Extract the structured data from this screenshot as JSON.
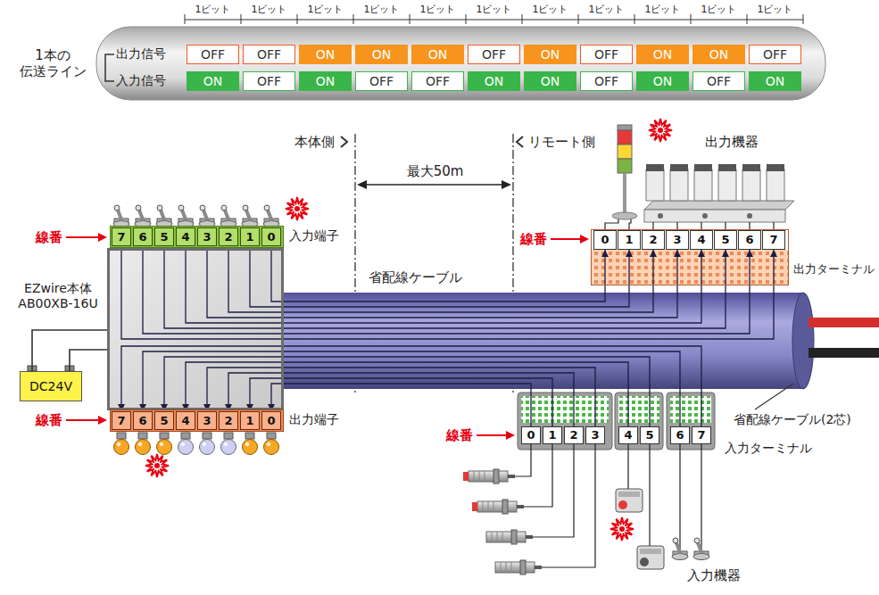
{
  "diagram": {
    "nodes": [
      {
        "text": [
          "EZwire本体 AB00XB-16U"
        ]
      },
      {
        "text": [
          "入力端子"
        ]
      },
      {
        "text": [
          "7"
        ],
        "in": 1
      },
      {
        "text": [
          "6"
        ],
        "in": 1
      },
      {
        "text": [
          "5"
        ],
        "in": 1
      },
      {
        "text": [
          "4"
        ],
        "in": 1
      },
      {
        "text": [
          "3"
        ],
        "in": 1
      },
      {
        "text": [
          "2"
        ],
        "in": 1
      },
      {
        "text": [
          "1"
        ],
        "in": 1
      },
      {
        "text": [
          "0"
        ],
        "in": 1
      },
      {
        "text": [
          "DC24V"
        ]
      },
      {
        "text": [
          "出力端子"
        ]
      },
      {
        "text": [
          "7"
        ],
        "in": 11
      },
      {
        "text": [
          "6"
        ],
        "in": 11
      },
      {
        "text": [
          "5"
        ],
        "in": 11
      },
      {
        "text": [
          "4"
        ],
        "in": 11
      },
      {
        "text": [
          "3"
        ],
        "in": 11
      },
      {
        "text": [
          "2"
        ],
        "in": 11
      },
      {
        "text": [
          "1"
        ],
        "in": 11
      },
      {
        "text": [
          "0"
        ],
        "in": 11
      },
      {
        "text": [
          "出力ターミナル"
        ]
      },
      {
        "text": [
          "0"
        ],
        "in": 20
      },
      {
        "text": [
          "1"
        ],
        "in": 20
      },
      {
        "text": [
          "2"
        ],
        "in": 20
      },
      {
        "text": [
          "3"
        ],
        "in": 20
      },
      {
        "text": [
          "4"
        ],
        "in": 20
      },
      {
        "text": [
          "5"
        ],
        "in": 20
      },
      {
        "text": [
          "6"
        ],
        "in": 20
      },
      {
        "text": [
          "7"
        ],
        "in": 20
      },
      {
        "text": [
          "0"
        ]
      },
      {
        "text": [
          "1"
        ]
      },
      {
        "text": [
          "2"
        ]
      },
      {
        "text": [
          "3"
        ]
      },
      {
        "text": [
          "4"
        ]
      },
      {
        "text": [
          "5"
        ]
      },
      {
        "text": [
          "6"
        ]
      },
      {
        "text": [
          "7"
        ]
      }
    ],
    "edges": [
      {
        "from": 10,
        "to": 0,
        "arrow": "none"
      },
      {
        "from": 10,
        "to": 0,
        "arrow": "none"
      },
      {
        "from": 9,
        "to": 21,
        "arrow": "to"
      },
      {
        "from": 8,
        "to": 22,
        "arrow": "to"
      },
      {
        "from": 7,
        "to": 23,
        "arrow": "to"
      },
      {
        "from": 6,
        "to": 24,
        "arrow": "to"
      },
      {
        "from": 5,
        "to": 25,
        "arrow": "to"
      },
      {
        "from": 4,
        "to": 26,
        "arrow": "to"
      },
      {
        "from": 3,
        "to": 27,
        "arrow": "to"
      },
      {
        "from": 2,
        "to": 28,
        "arrow": "to"
      },
      {
        "from": 29,
        "to": 19,
        "arrow": "to"
      },
      {
        "from": 30,
        "to": 18,
        "arrow": "to"
      },
      {
        "from": 31,
        "to": 17,
        "arrow": "to"
      },
      {
        "from": 32,
        "to": 16,
        "arrow": "to"
      },
      {
        "from": 33,
        "to": 15,
        "arrow": "to"
      },
      {
        "from": 34,
        "to": 14,
        "arrow": "to"
      },
      {
        "from": 35,
        "to": 13,
        "arrow": "to"
      },
      {
        "from": 36,
        "to": 12,
        "arrow": "to"
      }
    ],
    "labels": [
      "1ビット",
      "1ビット",
      "1ビット",
      "1ビット",
      "1ビット",
      "1ビット",
      "1ビット",
      "1ビット",
      "1ビット",
      "1ビット",
      "1ビット",
      "1本の 伝送ライン",
      "出力信号",
      "入力信号",
      "OFF",
      "OFF",
      "ON",
      "ON",
      "ON",
      "OFF",
      "ON",
      "OFF",
      "ON",
      "ON",
      "OFF",
      "ON",
      "OFF",
      "ON",
      "OFF",
      "OFF",
      "ON",
      "ON",
      "OFF",
      "ON",
      "OFF",
      "ON",
      "本体側",
      "リモート側",
      "最大50m",
      "出力機器",
      "線番",
      "線番",
      "線番",
      "線番",
      "省配線ケーブル",
      "省配線ケーブル(2芯)",
      "入力ターミナル",
      "入力機器"
    ]
  }
}
